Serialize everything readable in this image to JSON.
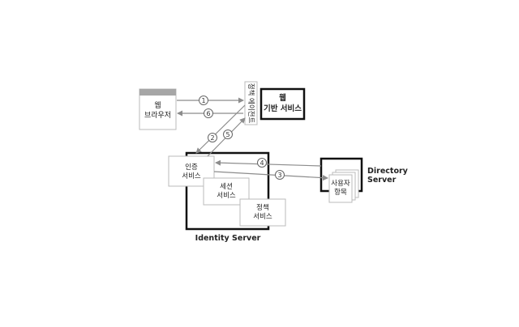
{
  "browser": {
    "label_line1": "웹",
    "label_line2": "브라우저"
  },
  "agent": {
    "label": "정책 에이전트"
  },
  "web_service": {
    "label_line1": "웹",
    "label_line2": "기반 서비스"
  },
  "identity_server": {
    "title": "Identity Server",
    "auth_line1": "인증",
    "auth_line2": "서비스",
    "session_line1": "세션",
    "session_line2": "서비스",
    "policy_line1": "정책",
    "policy_line2": "서비스"
  },
  "directory_server": {
    "title_line1": "Directory",
    "title_line2": "Server",
    "entry_line1": "사용자",
    "entry_line2": "항목"
  },
  "steps": [
    "1",
    "2",
    "3",
    "4",
    "5",
    "6"
  ],
  "colors": {
    "heavy_border": "#111111",
    "light_border": "#bbbbbb",
    "arrow": "#8c8c8c",
    "browser_bar": "#a6a6a6"
  }
}
